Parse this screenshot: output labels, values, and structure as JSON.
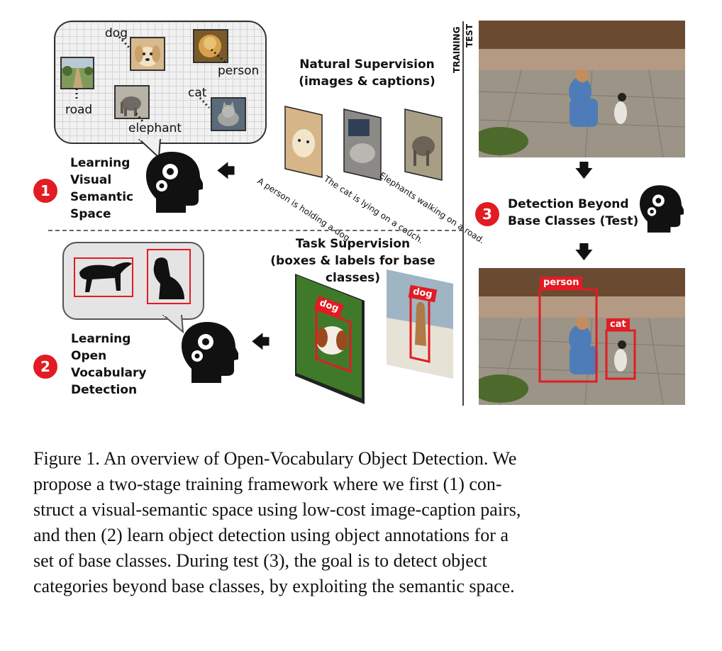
{
  "figure": {
    "stage1": {
      "number": "1",
      "label_lines": [
        "Learning",
        "Visual",
        "Semantic",
        "Space"
      ],
      "concepts": {
        "dog": "dog",
        "person": "person",
        "road": "road",
        "cat": "cat",
        "elephant": "elephant"
      }
    },
    "stage2": {
      "number": "2",
      "label_lines": [
        "Learning",
        "Open",
        "Vocabulary",
        "Detection"
      ]
    },
    "stage3": {
      "number": "3",
      "label_lines": [
        "Detection Beyond",
        "Base Classes (Test)"
      ]
    },
    "natural_supervision": {
      "title_lines": [
        "Natural Supervision",
        "(images & captions)"
      ],
      "captions": [
        "A person is holding a dog.",
        "The cat is lying on a couch.",
        "Elephants walking on a road."
      ]
    },
    "task_supervision": {
      "title_lines": [
        "Task Supervision",
        "(boxes & labels for base classes)"
      ],
      "box_labels": [
        "dog",
        "dog"
      ]
    },
    "side_labels": {
      "training": "TRAINING",
      "test": "TEST"
    },
    "detections": [
      "person",
      "cat"
    ]
  },
  "caption": {
    "text": "Figure 1. An overview of Open-Vocabulary Object Detection. We propose a two-stage training framework where we first (1) construct a visual-semantic space using low-cost image-caption pairs, and then (2) learn object detection using object annotations for a set of base classes. During test (3), the goal is to detect object categories beyond base classes, by exploiting the semantic space.",
    "lines": [
      "Figure 1. An overview of Open-Vocabulary Object Detection. We",
      "propose a two-stage training framework where we first (1) con-",
      "struct a visual-semantic space using low-cost image-caption pairs,",
      "and then (2) learn object detection using object annotations for a",
      "set of base classes.  During test (3), the goal is to detect object",
      "categories beyond base classes, by exploiting the semantic space."
    ]
  },
  "colors": {
    "accent_red": "#e31b23",
    "divider": "#666666"
  }
}
